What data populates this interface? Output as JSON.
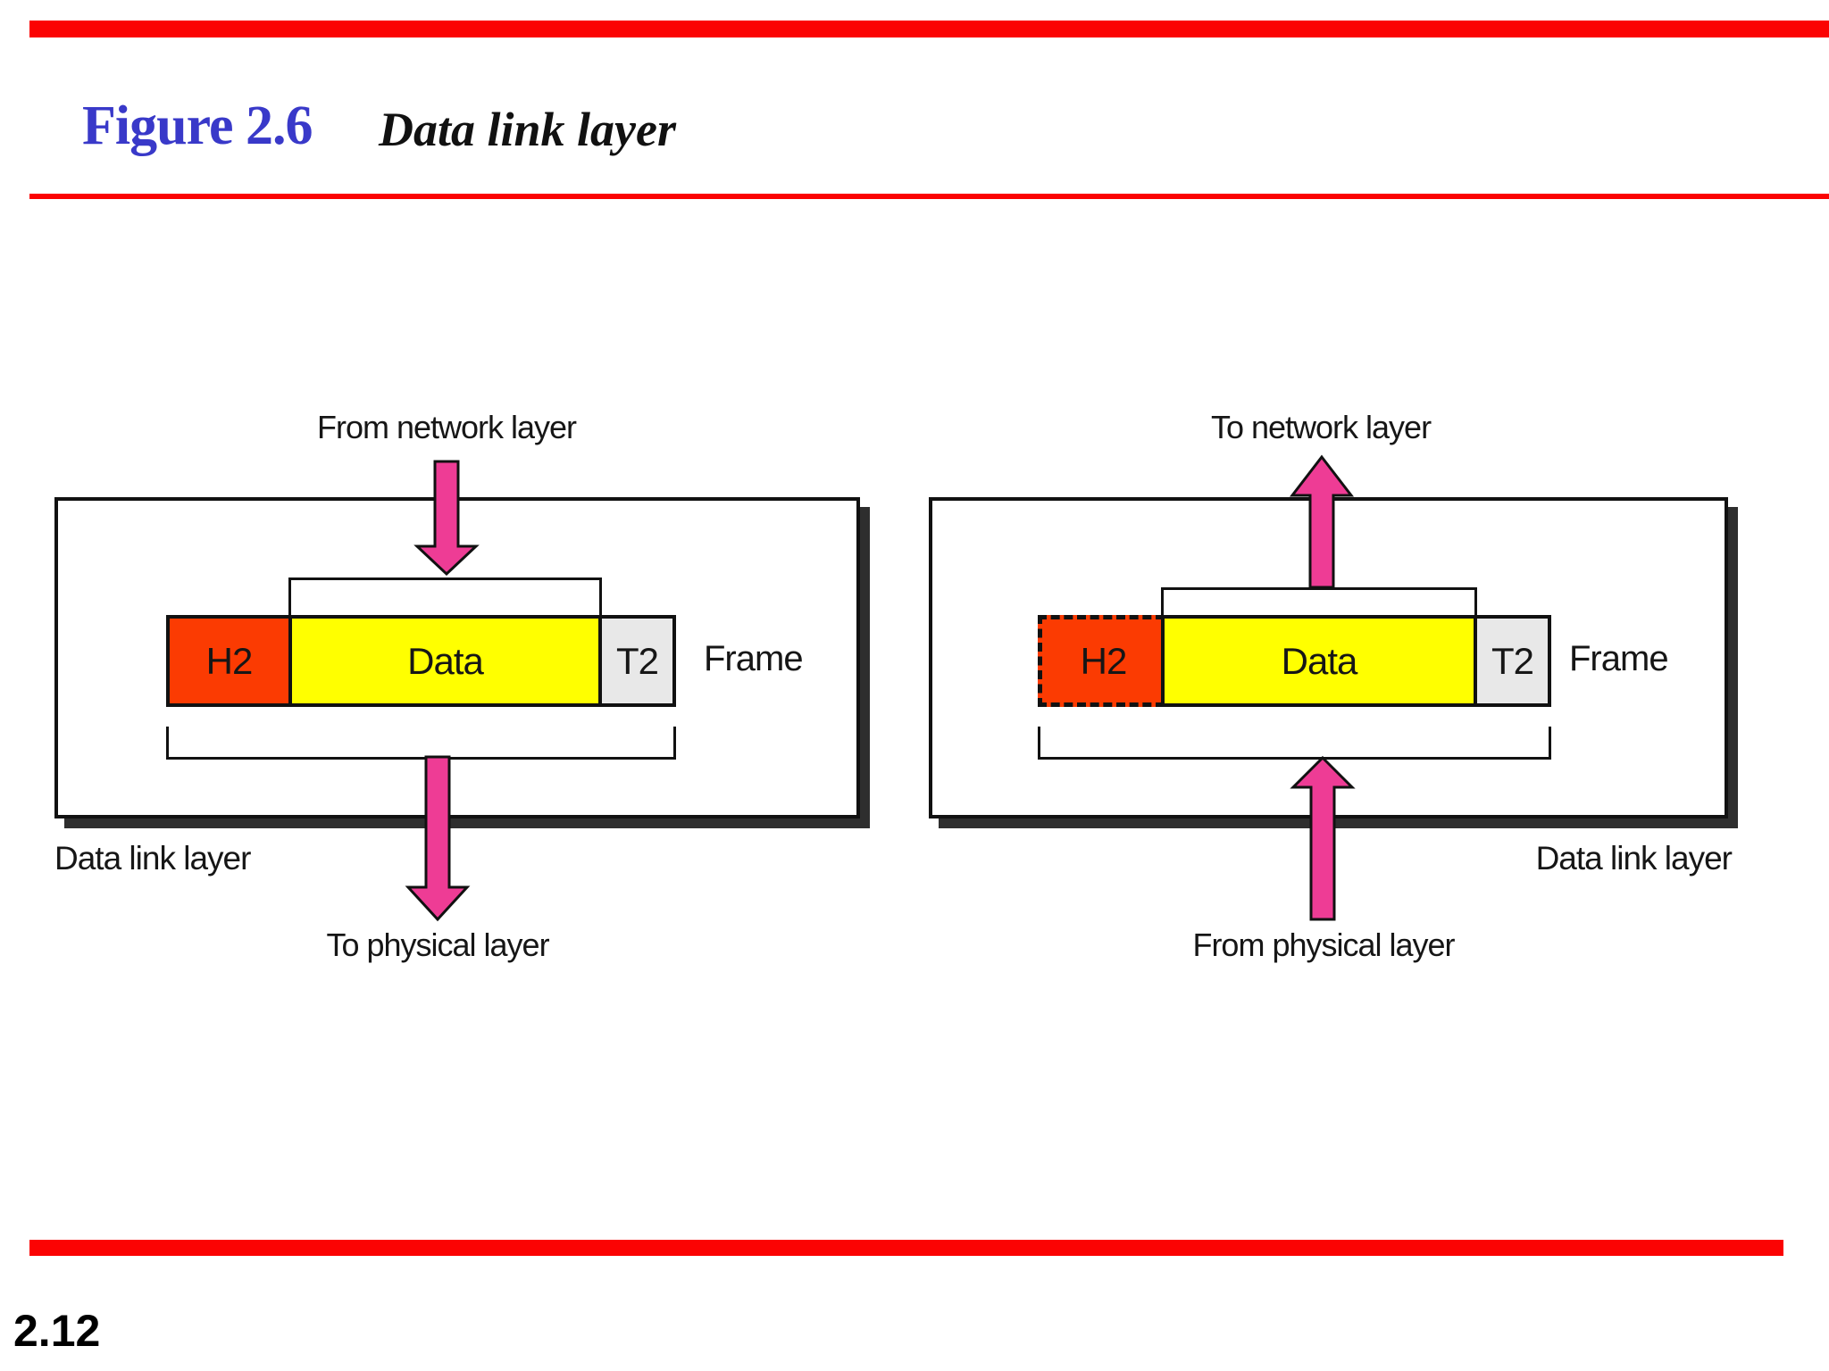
{
  "header": {
    "figure_label": "Figure 2.6",
    "figure_title": "Data link layer"
  },
  "diagrams": {
    "left": {
      "top_label": "From network layer",
      "bottom_label": "To physical layer",
      "layer_label": "Data link layer",
      "frame_caption": "Frame",
      "arrow_direction": "down",
      "fields": [
        {
          "label": "H2",
          "role": "header",
          "color": "#fb3b02",
          "dashed": false
        },
        {
          "label": "Data",
          "role": "payload",
          "color": "#ffff00",
          "dashed": false
        },
        {
          "label": "T2",
          "role": "trailer",
          "color": "#e8e8e8",
          "dashed": false
        }
      ]
    },
    "right": {
      "top_label": "To network layer",
      "bottom_label": "From physical layer",
      "layer_label": "Data link layer",
      "frame_caption": "Frame",
      "arrow_direction": "up",
      "fields": [
        {
          "label": "H2",
          "role": "header",
          "color": "#fb3b02",
          "dashed": true
        },
        {
          "label": "Data",
          "role": "payload",
          "color": "#ffff00",
          "dashed": false
        },
        {
          "label": "T2",
          "role": "trailer",
          "color": "#e8e8e8",
          "dashed": false
        }
      ]
    }
  },
  "footer": {
    "page_number": "2.12"
  },
  "colors": {
    "accent_red": "#fb0303",
    "title_blue": "#3939c9",
    "arrow_pink": "#ee3c95",
    "field_header_orange": "#fb3b02",
    "field_data_yellow": "#ffff00",
    "field_trailer_gray": "#e8e8e8",
    "box_shadow_gray": "#2e2e2e",
    "ink_black": "#161616"
  }
}
